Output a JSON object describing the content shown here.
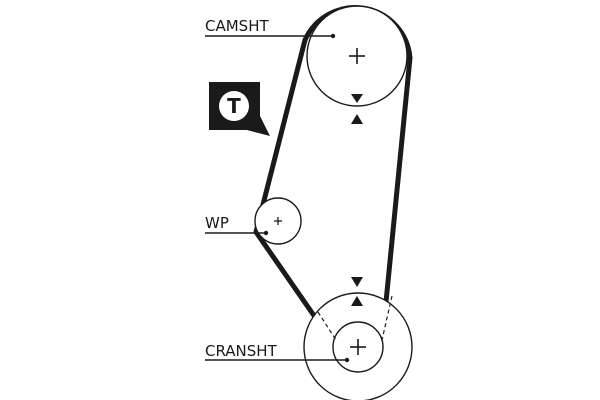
{
  "labels": {
    "camshaft": "CAMSHT",
    "water_pump": "WP",
    "crankshaft": "CRANSHT"
  },
  "tensioner_badge": {
    "letter": "T",
    "icon": "tensioner-callout-icon"
  },
  "colors": {
    "ink": "#1a1a1a",
    "background": "#ffffff"
  }
}
